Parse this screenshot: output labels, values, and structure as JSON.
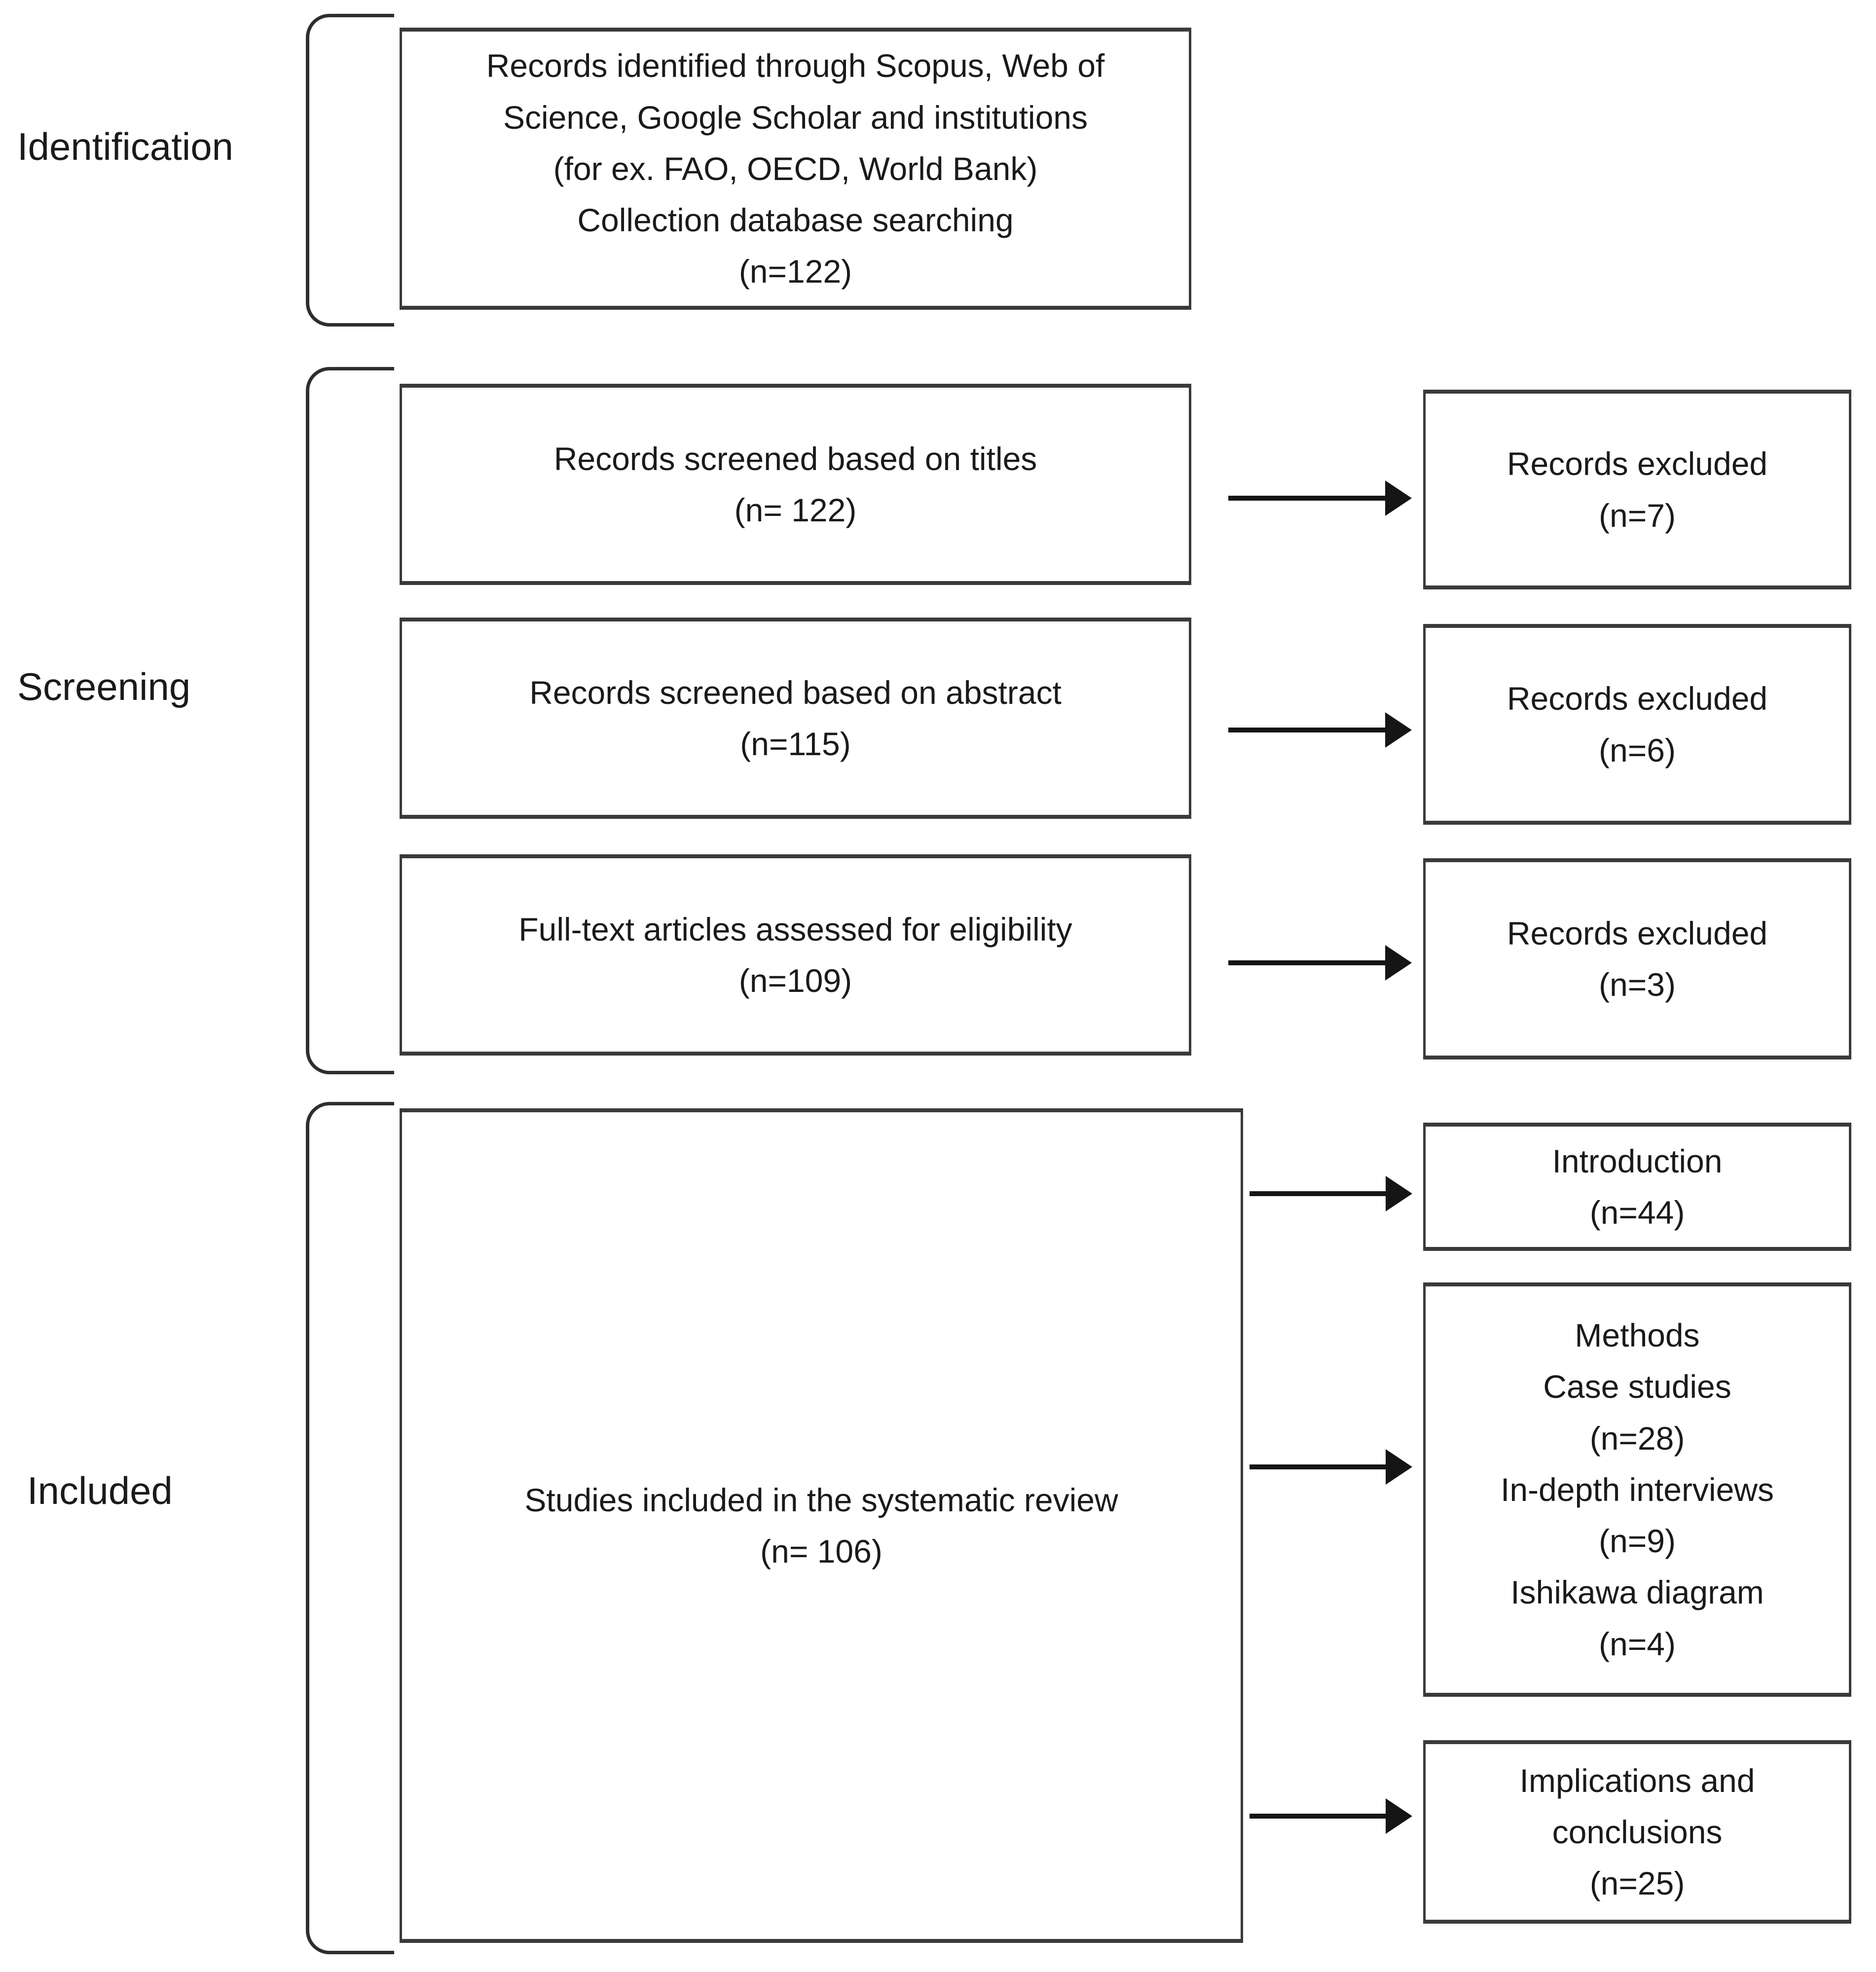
{
  "diagram": {
    "stages": [
      {
        "label": "Identification"
      },
      {
        "label": "Screening"
      },
      {
        "label": "Included"
      }
    ],
    "boxes": {
      "identified": {
        "lines": [
          "Records identified through Scopus, Web of",
          "Science, Google Scholar and institutions",
          "(for ex. FAO, OECD, World Bank)",
          "Collection database searching",
          "(n=122)"
        ]
      },
      "screened_titles": {
        "lines": [
          "Records screened based on titles",
          "(n= 122)"
        ]
      },
      "excluded_titles": {
        "lines": [
          "Records excluded",
          "(n=7)"
        ]
      },
      "screened_abstract": {
        "lines": [
          "Records screened based on abstract",
          "(n=115)"
        ]
      },
      "excluded_abstract": {
        "lines": [
          "Records excluded",
          "(n=6)"
        ]
      },
      "fulltext": {
        "lines": [
          "Full-text articles assessed for eligibility",
          "(n=109)"
        ]
      },
      "excluded_fulltext": {
        "lines": [
          "Records excluded",
          "(n=3)"
        ]
      },
      "included": {
        "lines": [
          "Studies included in the systematic review",
          "(n= 106)"
        ]
      },
      "introduction": {
        "lines": [
          "Introduction",
          "(n=44)"
        ]
      },
      "methods": {
        "lines": [
          "Methods",
          "Case studies",
          "(n=28)",
          "In-depth interviews",
          "(n=9)",
          "Ishikawa diagram",
          "(n=4)"
        ]
      },
      "implications": {
        "lines": [
          "Implications and",
          "conclusions",
          "(n=25)"
        ]
      }
    },
    "colors": {
      "background": "#ffffff",
      "box_border": "#3a3a3a",
      "bracket": "#2e2e2e",
      "arrow": "#151515",
      "text": "#1a1a1a"
    }
  }
}
